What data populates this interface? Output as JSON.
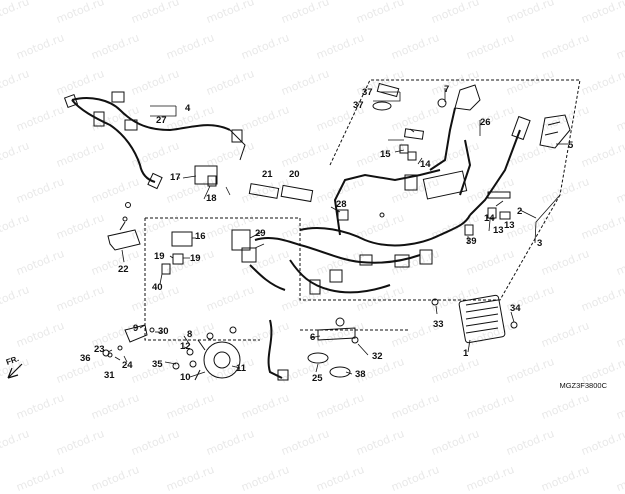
{
  "watermark": "motod.ru",
  "diagram_code": "MGZ3F3800C",
  "direction_label": "FR.",
  "part_numbers": [
    "1",
    "2",
    "3",
    "4",
    "5",
    "6",
    "7",
    "8",
    "9",
    "10",
    "11",
    "12",
    "13",
    "14",
    "15",
    "16",
    "17",
    "18",
    "19",
    "20",
    "21",
    "22",
    "23",
    "24",
    "25",
    "26",
    "27",
    "28",
    "29",
    "30",
    "31",
    "32",
    "33",
    "34",
    "35",
    "36",
    "37",
    "38",
    "39",
    "40"
  ]
}
